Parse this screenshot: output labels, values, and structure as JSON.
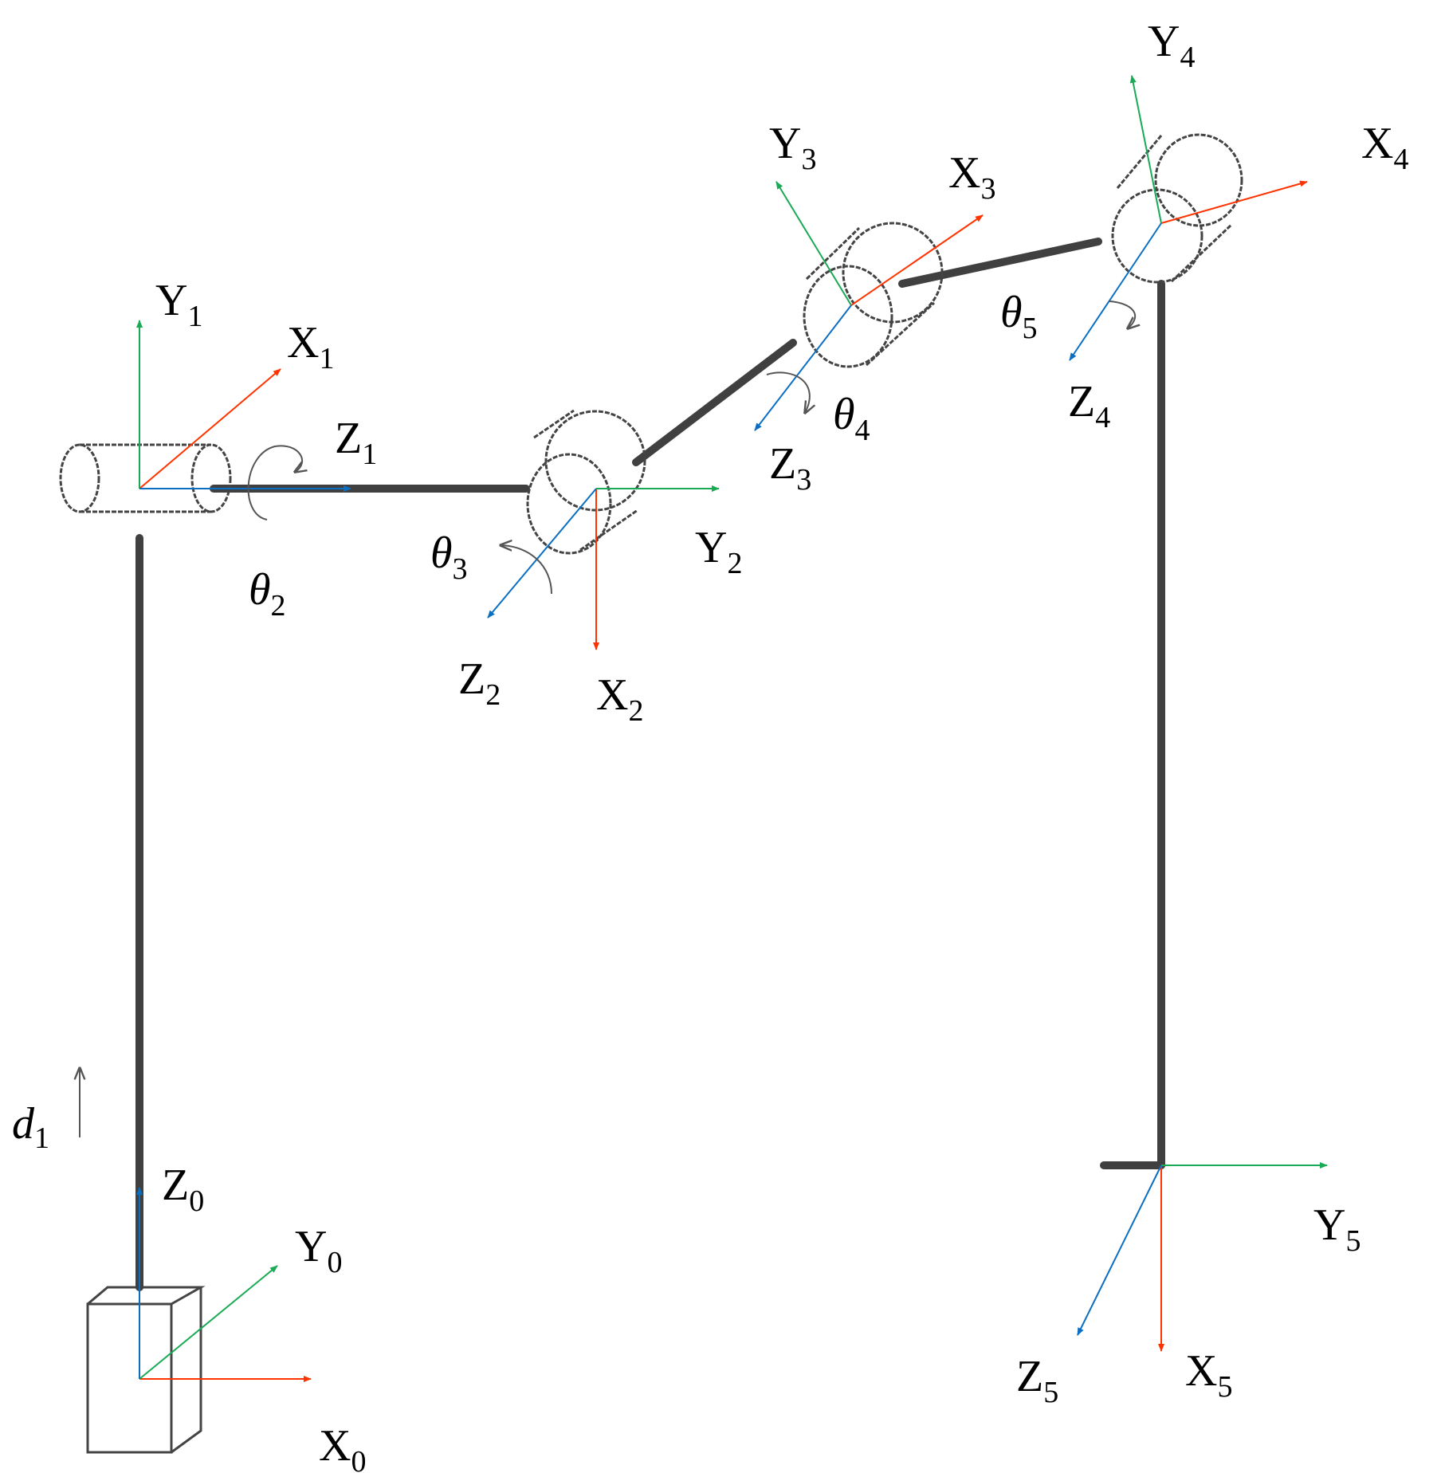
{
  "colors": {
    "x_axis": "#ff3300",
    "y_axis": "#1aaa55",
    "z_axis": "#0a6fc2",
    "link": "#404040"
  },
  "frames": {
    "f0": {
      "x": {
        "base": "X",
        "sub": "0"
      },
      "y": {
        "base": "Y",
        "sub": "0"
      },
      "z": {
        "base": "Z",
        "sub": "0"
      }
    },
    "f1": {
      "x": {
        "base": "X",
        "sub": "1"
      },
      "y": {
        "base": "Y",
        "sub": "1"
      },
      "z": {
        "base": "Z",
        "sub": "1"
      }
    },
    "f2": {
      "x": {
        "base": "X",
        "sub": "2"
      },
      "y": {
        "base": "Y",
        "sub": "2"
      },
      "z": {
        "base": "Z",
        "sub": "2"
      }
    },
    "f3": {
      "x": {
        "base": "X",
        "sub": "3"
      },
      "y": {
        "base": "Y",
        "sub": "3"
      },
      "z": {
        "base": "Z",
        "sub": "3"
      }
    },
    "f4": {
      "x": {
        "base": "X",
        "sub": "4"
      },
      "y": {
        "base": "Y",
        "sub": "4"
      },
      "z": {
        "base": "Z",
        "sub": "4"
      }
    },
    "f5": {
      "x": {
        "base": "X",
        "sub": "5"
      },
      "y": {
        "base": "Y",
        "sub": "5"
      },
      "z": {
        "base": "Z",
        "sub": "5"
      }
    }
  },
  "joints": {
    "d1": {
      "base": "d",
      "sub": "1"
    },
    "theta2": {
      "base": "θ",
      "sub": "2"
    },
    "theta3": {
      "base": "θ",
      "sub": "3"
    },
    "theta4": {
      "base": "θ",
      "sub": "4"
    },
    "theta5": {
      "base": "θ",
      "sub": "5"
    }
  }
}
